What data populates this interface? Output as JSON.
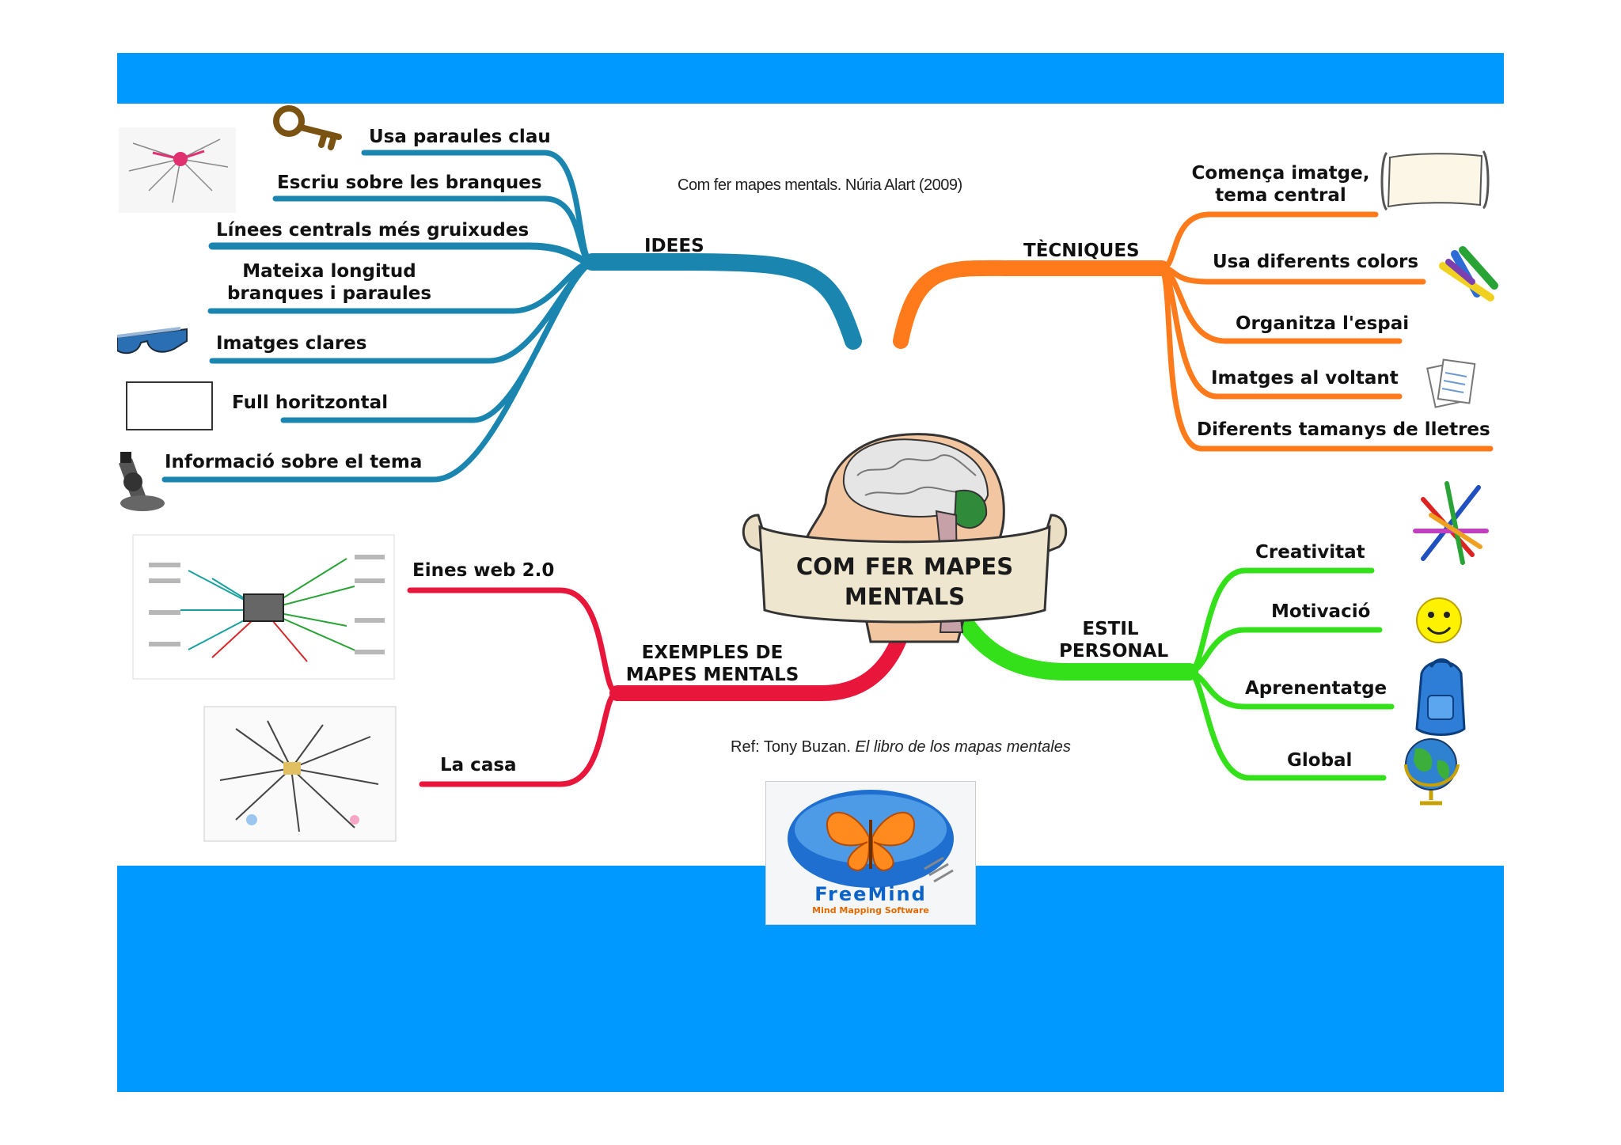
{
  "title": "COM FER MAPES MENTALS",
  "credit": "Com fer mapes mentals. Núria Alart (2009)",
  "reference": {
    "prefix": "Ref: Tony Buzan. ",
    "book": "El libro de los mapas mentales"
  },
  "logo": {
    "name": "FreeMind",
    "tagline": "Mind Mapping Software"
  },
  "colors": {
    "background": "#0099ff",
    "idees": "#1a86b0",
    "tecniques": "#ff7a1a",
    "exemples": "#e8163b",
    "estil": "#33e01a"
  },
  "branches": {
    "idees": {
      "label": "IDEES",
      "items": [
        "Usa paraules clau",
        "Escriu sobre les branques",
        "Línees centrals més gruixudes",
        "Mateixa longitud branques i paraules",
        "Imatges clares",
        "Full horitzontal",
        "Informació sobre el tema"
      ],
      "icons": [
        "mind-map-sketch-icon",
        "key-icon",
        "glasses-icon",
        "blank-sheet-icon",
        "microscope-icon"
      ]
    },
    "tecniques": {
      "label": "TÈCNIQUES",
      "items": [
        "Comença imatge, tema central",
        "Usa diferents colors",
        "Organitza l'espai",
        "Imatges al voltant",
        "Diferents tamanys de lletres"
      ],
      "icons": [
        "scroll-icon",
        "markers-icon",
        "papers-icon"
      ]
    },
    "exemples": {
      "label": "EXEMPLES DE MAPES MENTALS",
      "items": [
        "Eines web 2.0",
        "La casa"
      ],
      "icons": [
        "web-mind-map-thumbnail-icon",
        "house-mind-map-thumbnail-icon"
      ]
    },
    "estil": {
      "label": "ESTIL PERSONAL",
      "items": [
        "Creativitat",
        "Motivació",
        "Aprenentatge",
        "Global"
      ],
      "icons": [
        "paintbrushes-icon",
        "smiley-icon",
        "backpack-icon",
        "globe-icon"
      ]
    }
  }
}
